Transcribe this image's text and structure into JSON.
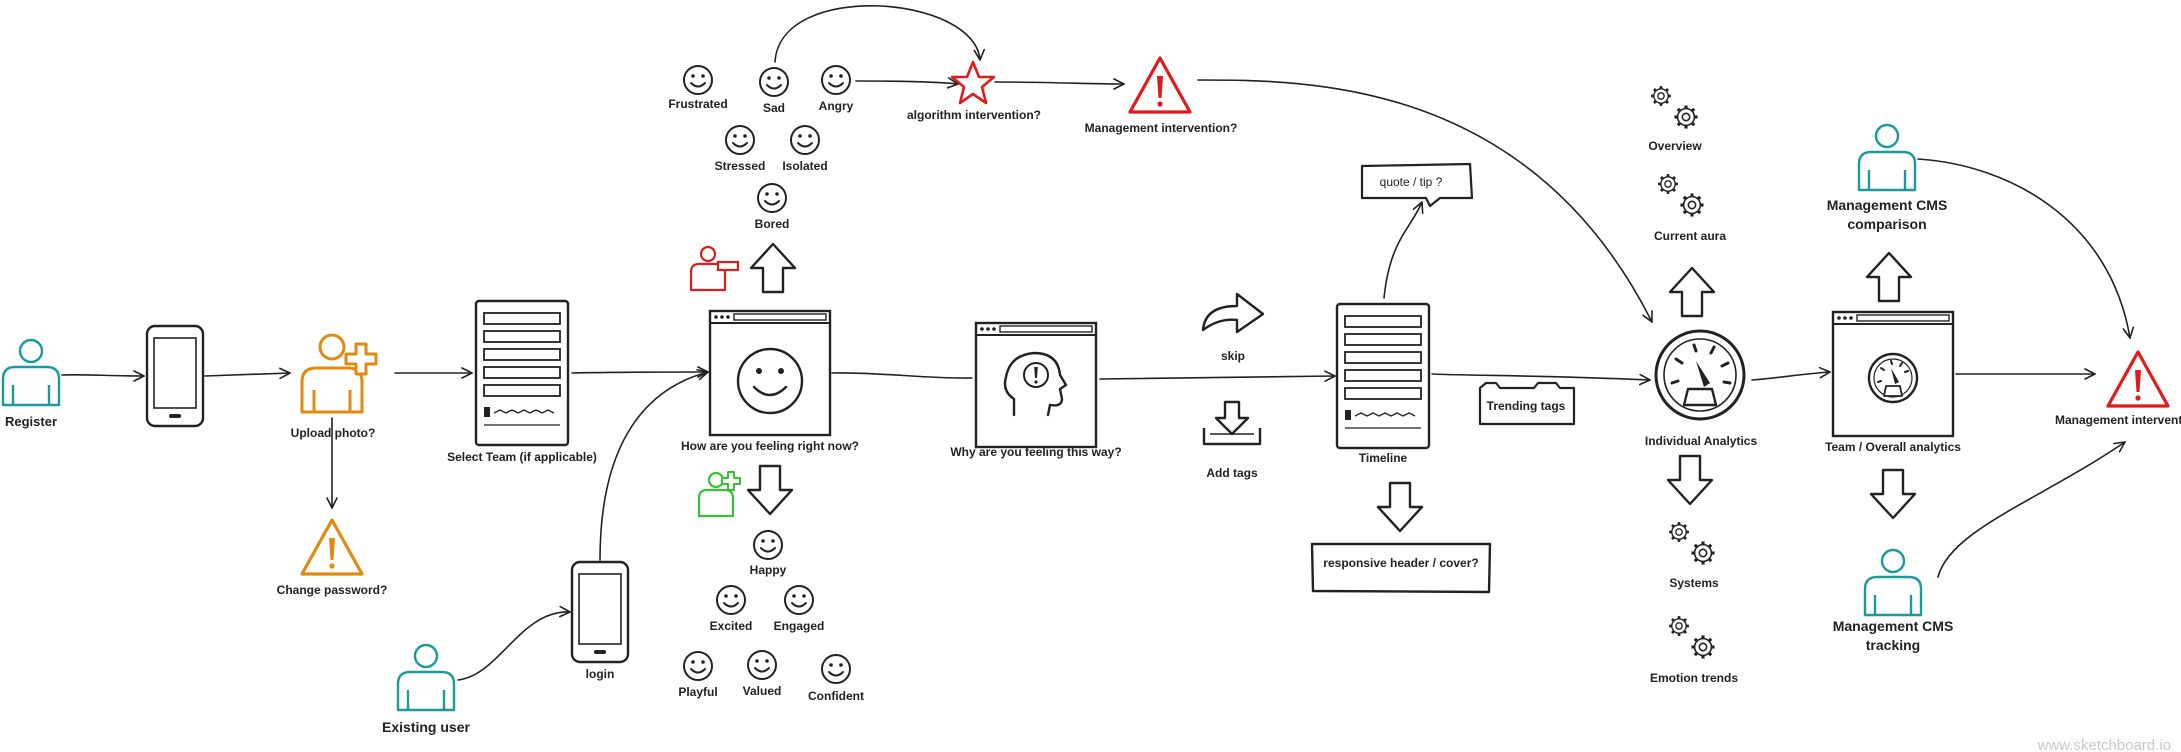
{
  "nodes": {
    "register": "Register",
    "existing_user": "Existing user",
    "login": "login",
    "upload_photo": "Upload photo?",
    "change_password": "Change password?",
    "select_team": "Select Team (if applicable)",
    "how_feeling": "How are you feeling right now?",
    "why_feeling": "Why are you feeling this way?",
    "skip": "skip",
    "add_tags": "Add tags",
    "timeline": "Timeline",
    "quote_tip": "quote / tip ?",
    "responsive_header": "responsive header / cover?",
    "trending_tags": "Trending tags",
    "individual_analytics": "Individual Analytics",
    "team_analytics": "Team / Overall analytics",
    "algorithm_intervention": "algorithm intervention?",
    "management_intervention_top": "Management intervention?",
    "management_intervention_right": "Management intervention?",
    "mgmt_cms_comparison": [
      "Management CMS",
      "comparison"
    ],
    "mgmt_cms_tracking": [
      "Management CMS",
      "tracking"
    ]
  },
  "negative_moods": [
    "Frustrated",
    "Sad",
    "Angry",
    "Stressed",
    "Isolated",
    "Bored"
  ],
  "positive_moods": [
    "Happy",
    "Excited",
    "Engaged",
    "Playful",
    "Valued",
    "Confident"
  ],
  "analytics": [
    "Overview",
    "Current aura",
    "Systems",
    "Emotion trends"
  ],
  "watermark": "www.sketchboard.io",
  "colors": {
    "teal": "#1a9a9a",
    "orange": "#e08a12",
    "red": "#e01b1b",
    "green": "#38c038",
    "ink": "#222222"
  }
}
